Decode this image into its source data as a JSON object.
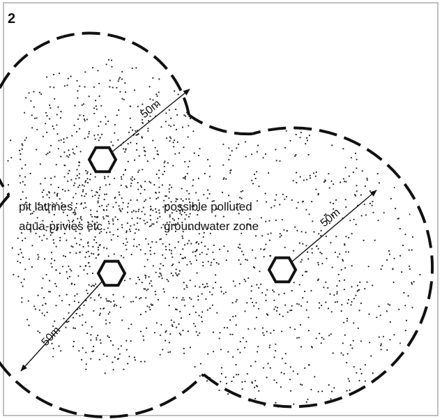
{
  "figure": {
    "number": "2",
    "labels": {
      "source_label_line1": "pit latrines,",
      "source_label_line2": "aqua-privies etc.",
      "zone_label_line1": "possible polluted",
      "zone_label_line2": "groundwater zone"
    },
    "radius_labels": [
      "50m",
      "50m",
      "50m"
    ],
    "sources": [
      {
        "name": "upper-left latrine"
      },
      {
        "name": "lower-left latrine"
      },
      {
        "name": "right latrine"
      }
    ],
    "icons": {
      "source": "hexagon-icon",
      "zone": "dashed-circle-boundary",
      "radius": "arrow-icon"
    },
    "colors": {
      "ink": "#111111",
      "frame": "#aaaaaa",
      "background": "#ffffff"
    }
  }
}
